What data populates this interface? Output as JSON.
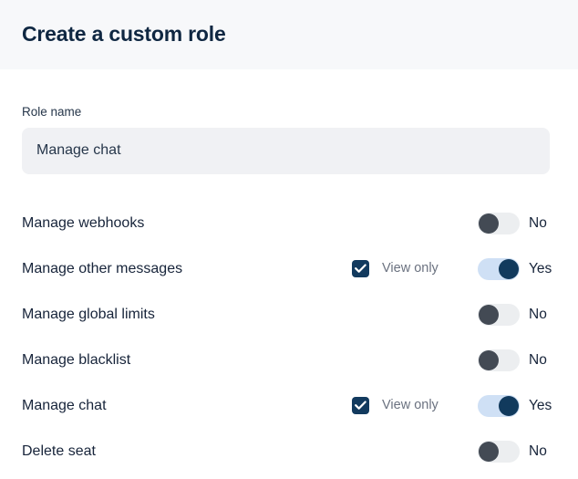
{
  "header": {
    "title": "Create a custom role"
  },
  "form": {
    "role_name_label": "Role name",
    "role_name_value": "Manage chat",
    "role_name_placeholder": "Role name"
  },
  "permissions": {
    "view_only_label": "View only",
    "toggle_on_label": "Yes",
    "toggle_off_label": "No",
    "rows": [
      {
        "label": "Manage webhooks",
        "has_view_only": false,
        "view_only_checked": false,
        "enabled": false,
        "state_label": "No"
      },
      {
        "label": "Manage other messages",
        "has_view_only": true,
        "view_only_checked": true,
        "enabled": true,
        "state_label": "Yes"
      },
      {
        "label": "Manage global limits",
        "has_view_only": false,
        "view_only_checked": false,
        "enabled": false,
        "state_label": "No"
      },
      {
        "label": "Manage blacklist",
        "has_view_only": false,
        "view_only_checked": false,
        "enabled": false,
        "state_label": "No"
      },
      {
        "label": "Manage chat",
        "has_view_only": true,
        "view_only_checked": true,
        "enabled": true,
        "state_label": "Yes"
      },
      {
        "label": "Delete seat",
        "has_view_only": false,
        "view_only_checked": false,
        "enabled": false,
        "state_label": "No"
      }
    ]
  },
  "colors": {
    "header_bg": "#f7f8fa",
    "title": "#0f2742",
    "input_bg": "#f0f1f4",
    "accent_navy": "#123a5e",
    "toggle_on_track": "#cfe0f5",
    "toggle_on_knob": "#113a5d",
    "toggle_off_track": "#eceef0",
    "toggle_off_knob": "#434a54",
    "muted_text": "#6b7280"
  }
}
